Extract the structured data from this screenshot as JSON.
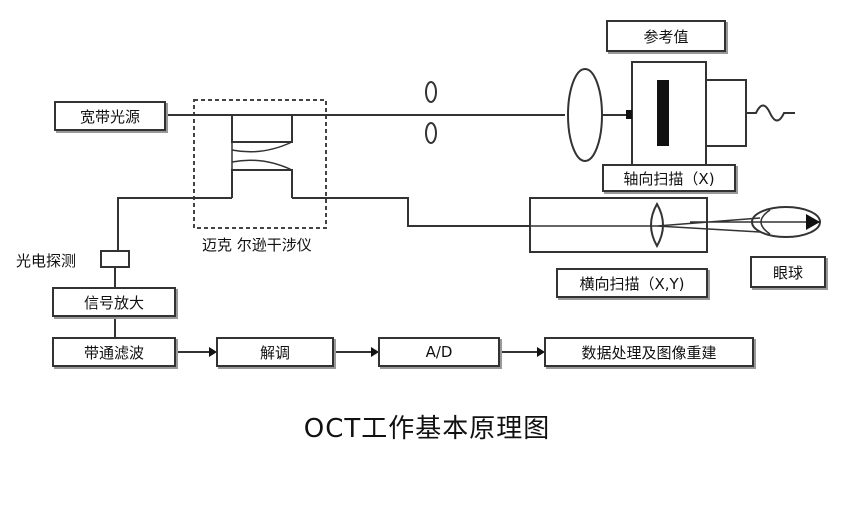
{
  "labels": {
    "broadband_source": "宽带光源",
    "michelson_interferometer": "迈克 尔逊干涉仪",
    "reference": "参考值",
    "axial_scan": "轴向扫描（X)",
    "photodetector": "光电探测",
    "signal_amplify": "信号放大",
    "bandpass_filter": "带通滤波",
    "demodulation": "解调",
    "adc": "A/D",
    "transverse_scan": "横向扫描（X,Y)",
    "eyeball": "眼球",
    "processing": "数据处理及图像重建"
  },
  "caption": "OCT工作基本原理图"
}
